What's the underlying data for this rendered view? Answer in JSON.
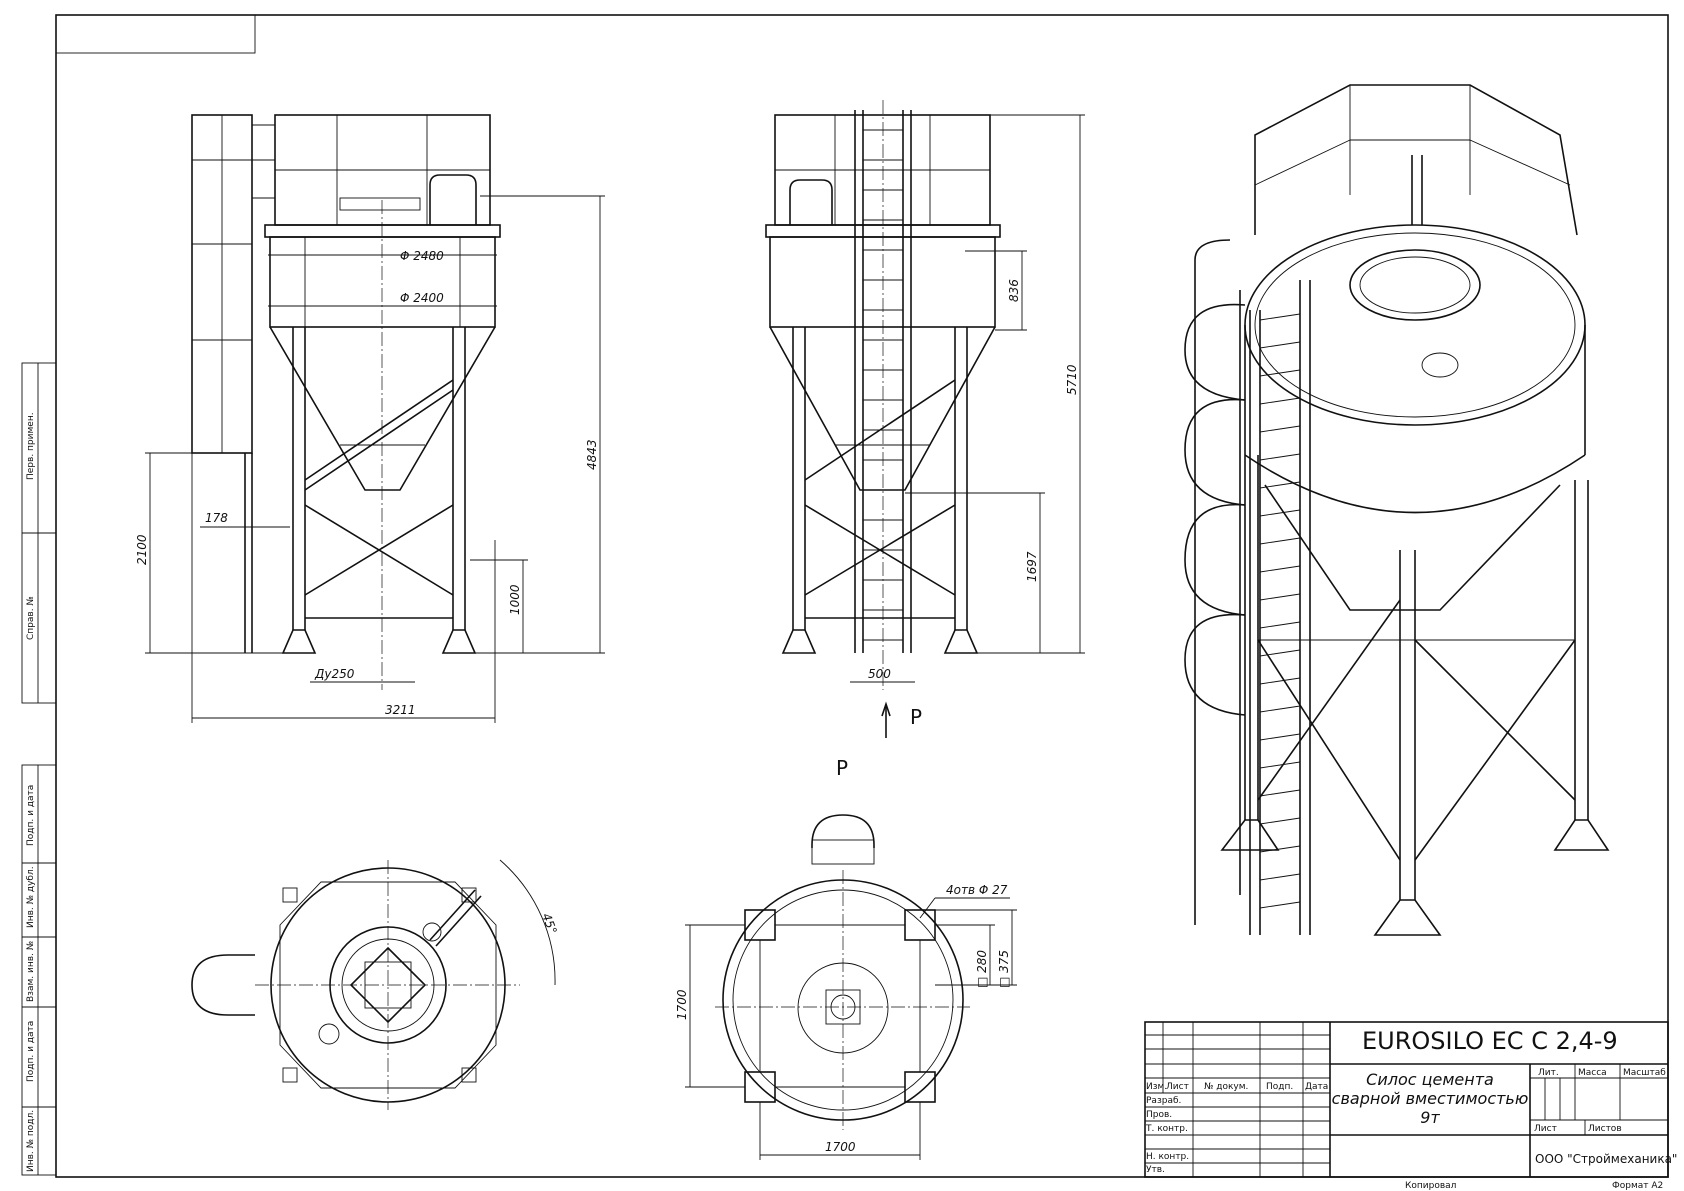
{
  "drawing": {
    "product_code": "EUROSILO EC C 2,4-9",
    "product_name_lines": [
      "Силос цемента",
      "сварной вместимостью",
      "9т"
    ],
    "company": "ООО \"Строймеханика\""
  },
  "dimensions": {
    "d2480": "Φ 2480",
    "d2400": "Φ 2400",
    "h4843": "4843",
    "h2100": "2100",
    "w178": "178",
    "h1000": "1000",
    "du250": "Ду250",
    "w3211": "3211",
    "h836": "836",
    "h5710": "5710",
    "h1697": "1697",
    "w500": "500",
    "angle45": "45°",
    "holes": "4отв Φ 27",
    "s280": "□ 280",
    "s375": "□ 375",
    "w1700h": "1700",
    "w1700v": "1700"
  },
  "views": {
    "arrow_label": "P",
    "view_label": "P"
  },
  "side_stamp": {
    "perv_primen": "Перв. примен.",
    "sprav_no": "Справ. №",
    "podp_data_1": "Подп. и дата",
    "inv_dubl": "Инв. № дубл.",
    "vzam_inv": "Взам. инв. №",
    "podp_data_2": "Подп. и дата",
    "inv_podl": "Инв. № подл."
  },
  "title_block": {
    "izm": "Изм.",
    "list": "Лист",
    "no_dokum": "№ докум.",
    "podp": "Подп.",
    "data": "Дата",
    "razrab": "Разраб.",
    "prov": "Пров.",
    "t_kontr": "Т. контр.",
    "n_kontr": "Н. контр.",
    "utv": "Утв.",
    "lit": "Лит.",
    "massa": "Масса",
    "masshtab": "Масштаб",
    "list2": "Лист",
    "listov": "Листов",
    "kopiroval": "Копировал",
    "format": "Формат А2"
  }
}
